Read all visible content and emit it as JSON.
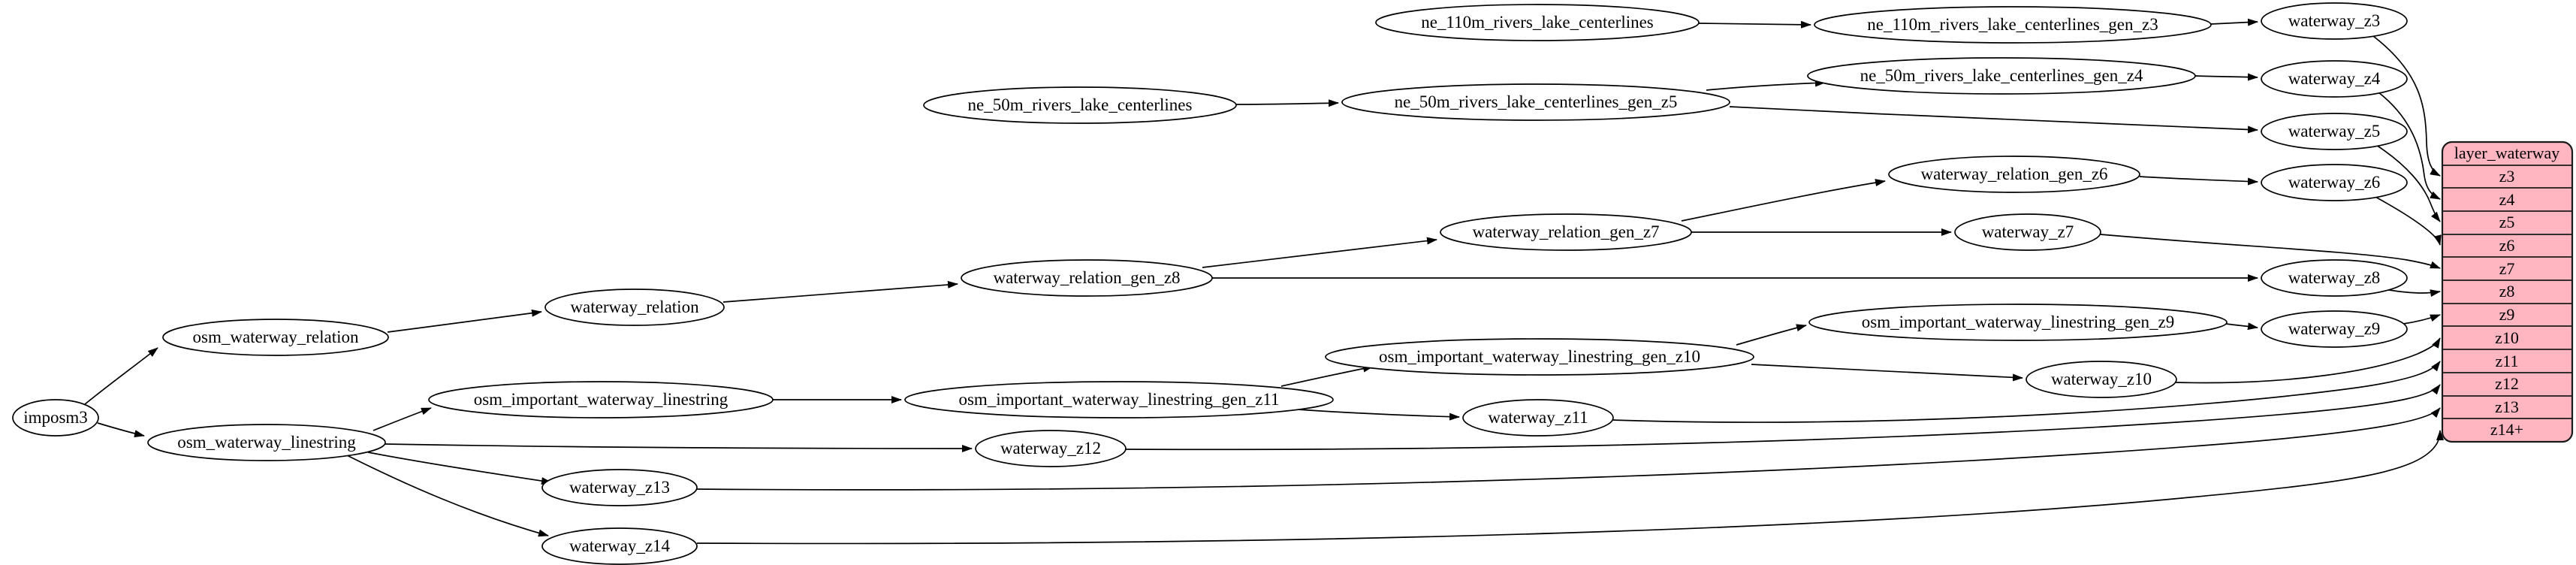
{
  "colors": {
    "background": "#ffffff",
    "node_fill": "#ffffff",
    "node_stroke": "#000000",
    "edge": "#000000",
    "text": "#000000",
    "table_fill": "#ffb6c1",
    "table_stroke": "#1a1a1a"
  },
  "nodes": {
    "imposm3": {
      "label": "imposm3"
    },
    "osm_waterway_relation": {
      "label": "osm_waterway_relation"
    },
    "osm_waterway_linestring": {
      "label": "osm_waterway_linestring"
    },
    "waterway_relation": {
      "label": "waterway_relation"
    },
    "waterway_relation_gen_z8": {
      "label": "waterway_relation_gen_z8"
    },
    "waterway_relation_gen_z7": {
      "label": "waterway_relation_gen_z7"
    },
    "waterway_relation_gen_z6": {
      "label": "waterway_relation_gen_z6"
    },
    "ne_110m_rivers_lake_centerlines": {
      "label": "ne_110m_rivers_lake_centerlines"
    },
    "ne_110m_rivers_lake_centerlines_gen_z3": {
      "label": "ne_110m_rivers_lake_centerlines_gen_z3"
    },
    "ne_50m_rivers_lake_centerlines": {
      "label": "ne_50m_rivers_lake_centerlines"
    },
    "ne_50m_rivers_lake_centerlines_gen_z5": {
      "label": "ne_50m_rivers_lake_centerlines_gen_z5"
    },
    "ne_50m_rivers_lake_centerlines_gen_z4": {
      "label": "ne_50m_rivers_lake_centerlines_gen_z4"
    },
    "osm_important_waterway_linestring": {
      "label": "osm_important_waterway_linestring"
    },
    "osm_important_waterway_linestring_gen_z11": {
      "label": "osm_important_waterway_linestring_gen_z11"
    },
    "osm_important_waterway_linestring_gen_z10": {
      "label": "osm_important_waterway_linestring_gen_z10"
    },
    "osm_important_waterway_linestring_gen_z9": {
      "label": "osm_important_waterway_linestring_gen_z9"
    },
    "waterway_z3": {
      "label": "waterway_z3"
    },
    "waterway_z4": {
      "label": "waterway_z4"
    },
    "waterway_z5": {
      "label": "waterway_z5"
    },
    "waterway_z6": {
      "label": "waterway_z6"
    },
    "waterway_z7": {
      "label": "waterway_z7"
    },
    "waterway_z8": {
      "label": "waterway_z8"
    },
    "waterway_z9": {
      "label": "waterway_z9"
    },
    "waterway_z10": {
      "label": "waterway_z10"
    },
    "waterway_z11": {
      "label": "waterway_z11"
    },
    "waterway_z12": {
      "label": "waterway_z12"
    },
    "waterway_z13": {
      "label": "waterway_z13"
    },
    "waterway_z14": {
      "label": "waterway_z14"
    }
  },
  "table": {
    "header": "layer_waterway",
    "rows": [
      "z3",
      "z4",
      "z5",
      "z6",
      "z7",
      "z8",
      "z9",
      "z10",
      "z11",
      "z12",
      "z13",
      "z14+"
    ]
  }
}
